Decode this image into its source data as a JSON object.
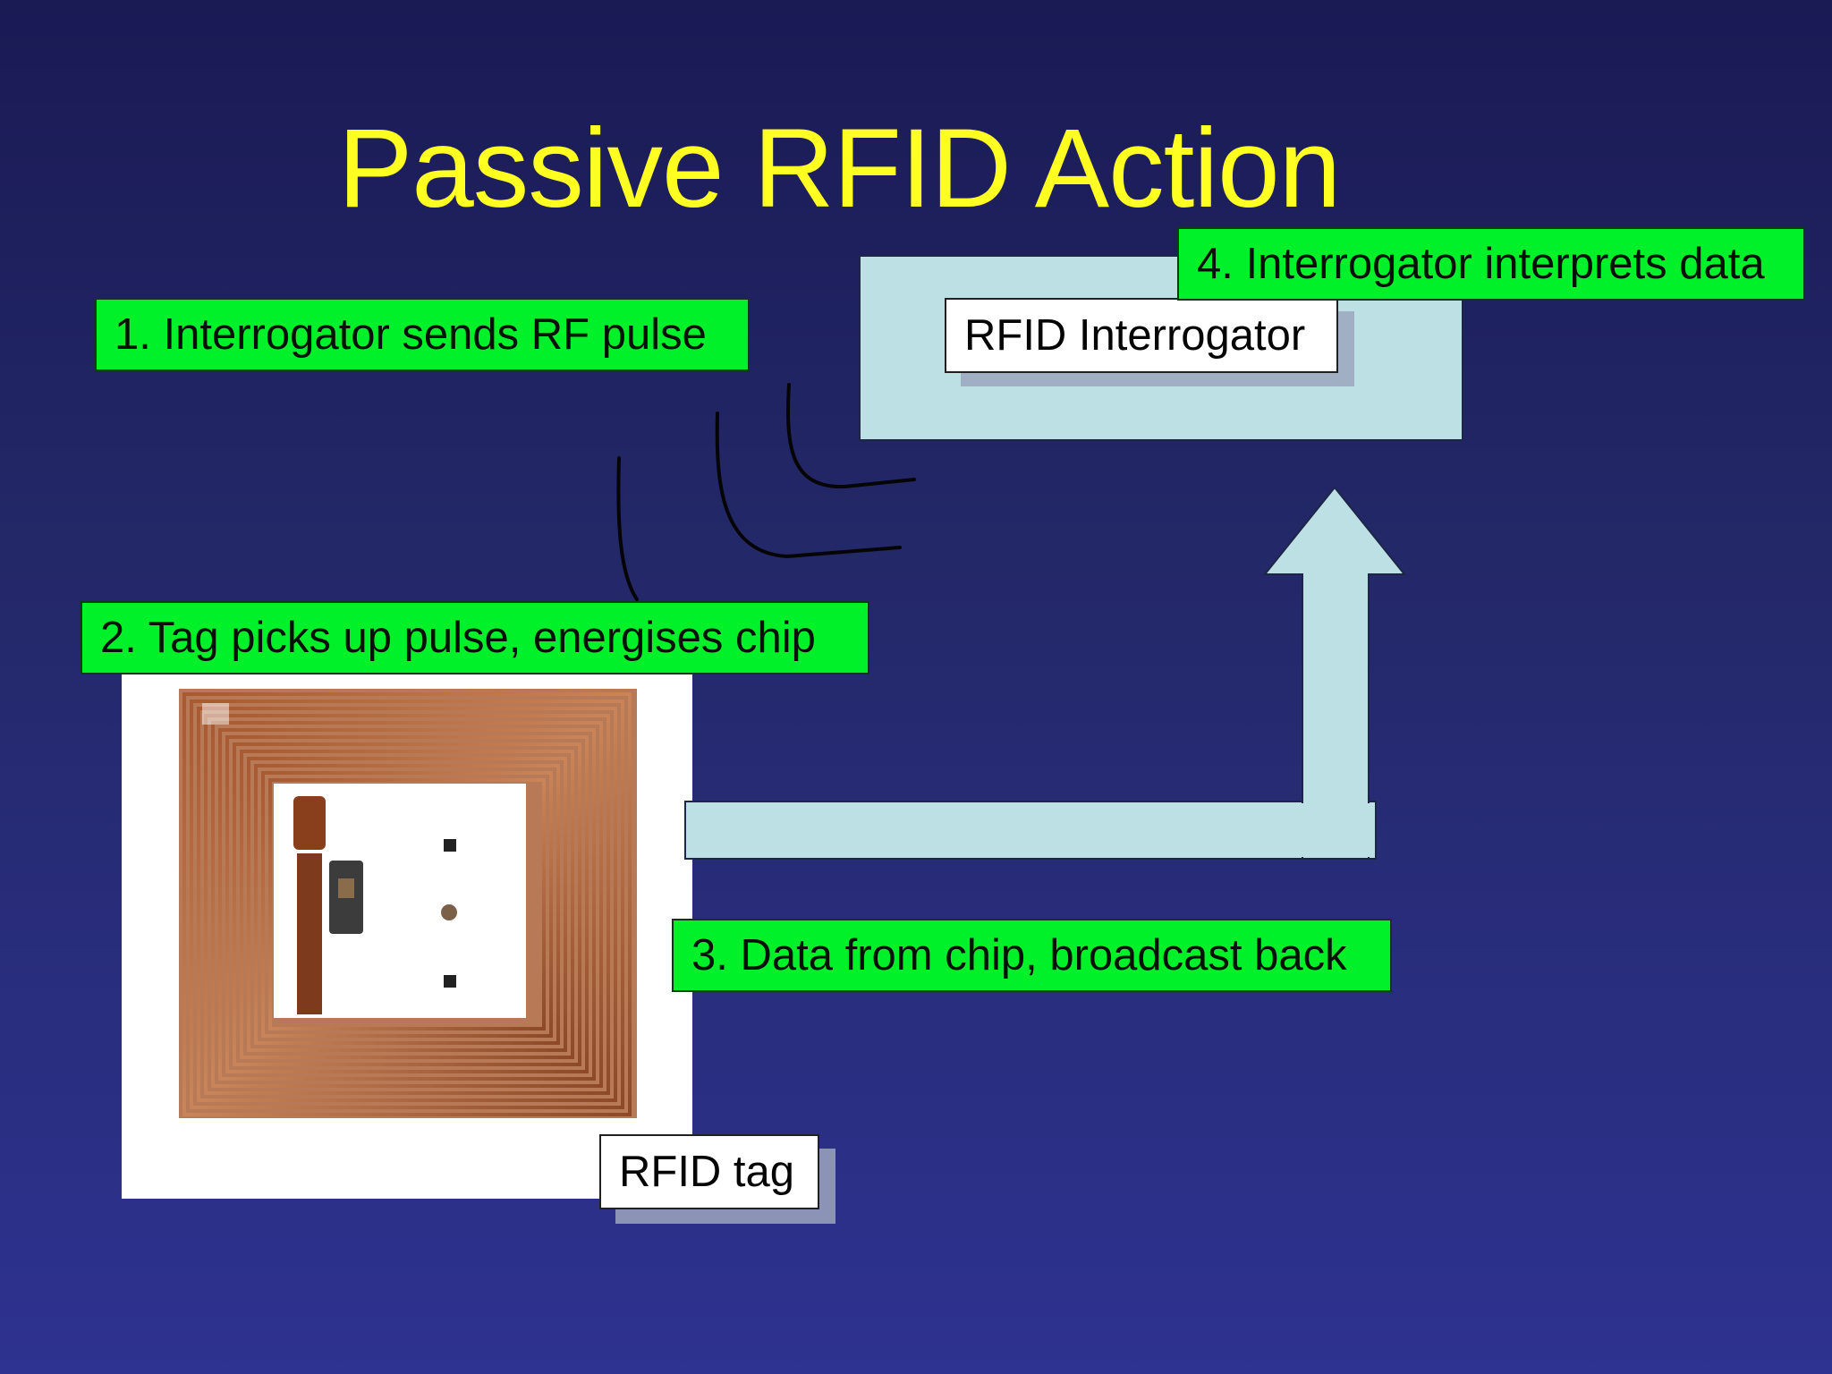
{
  "title": "Passive RFID Action",
  "steps": {
    "step1": "1. Interrogator sends RF pulse",
    "step2": "2. Tag picks up pulse, energises chip",
    "step3": "3. Data from chip, broadcast back",
    "step4": "4. Interrogator interprets data"
  },
  "labels": {
    "interrogator": "RFID Interrogator",
    "tag": "RFID tag"
  },
  "colors": {
    "background": "#232868",
    "title": "#ffff22",
    "step_label_fill": "#00f02a",
    "reader_box_fill": "#bde0e4",
    "return_arrow_fill": "#bde0e4",
    "coil_copper": "#b0653a"
  },
  "icons": {
    "rf_waves": "rf-wave-arcs",
    "return_path": "return-arrow-up",
    "tag_image": "rfid-tag-coil-photo"
  }
}
